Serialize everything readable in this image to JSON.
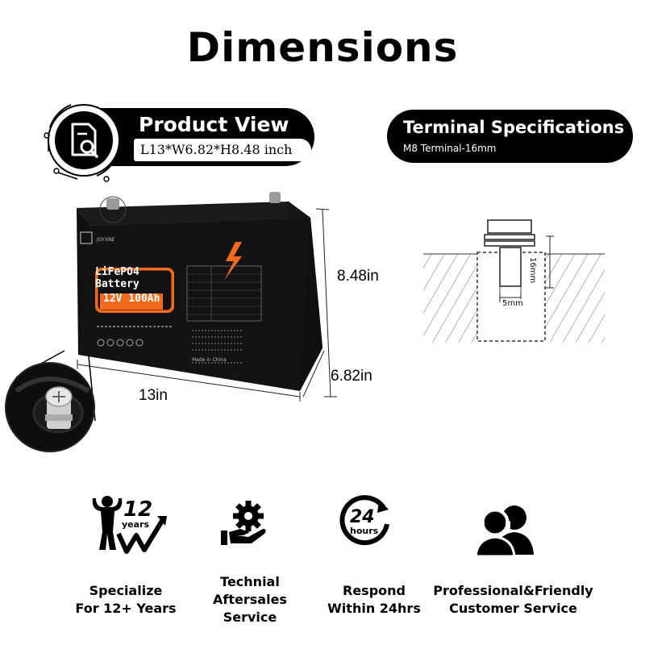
{
  "title": "Dimensions",
  "product_view": {
    "title": "Product View",
    "subtitle": "L13*W6.82*H8.48 inch",
    "icon": "document-search-icon"
  },
  "terminal_spec": {
    "title": "Terminal Specifications",
    "subtitle": "M8 Terminal-16mm",
    "height_label": "16mm",
    "width_label": "5mm"
  },
  "dimensions": {
    "height": "8.48in",
    "width": "6.82in",
    "length": "13in"
  },
  "battery": {
    "label_line1": "LiFePO4 Battery",
    "label_line2": "12V 100Ah",
    "made_in": "Made in China",
    "accent_color": "#f26a1b"
  },
  "features": [
    {
      "icon": "strongman-12-years-icon",
      "badge": "12",
      "badge_sub": "years",
      "line1": "Specialize",
      "line2": "For 12+ Years"
    },
    {
      "icon": "hand-gear-icon",
      "line1": "Technial",
      "line2": "Aftersales",
      "line3": "Service"
    },
    {
      "icon": "24-hours-icon",
      "badge": "24",
      "badge_sub": "hours",
      "line1": "Respond",
      "line2": "Within 24hrs"
    },
    {
      "icon": "headset-support-icon",
      "line1": "Professional&Friendly",
      "line2": "Customer Service"
    }
  ]
}
